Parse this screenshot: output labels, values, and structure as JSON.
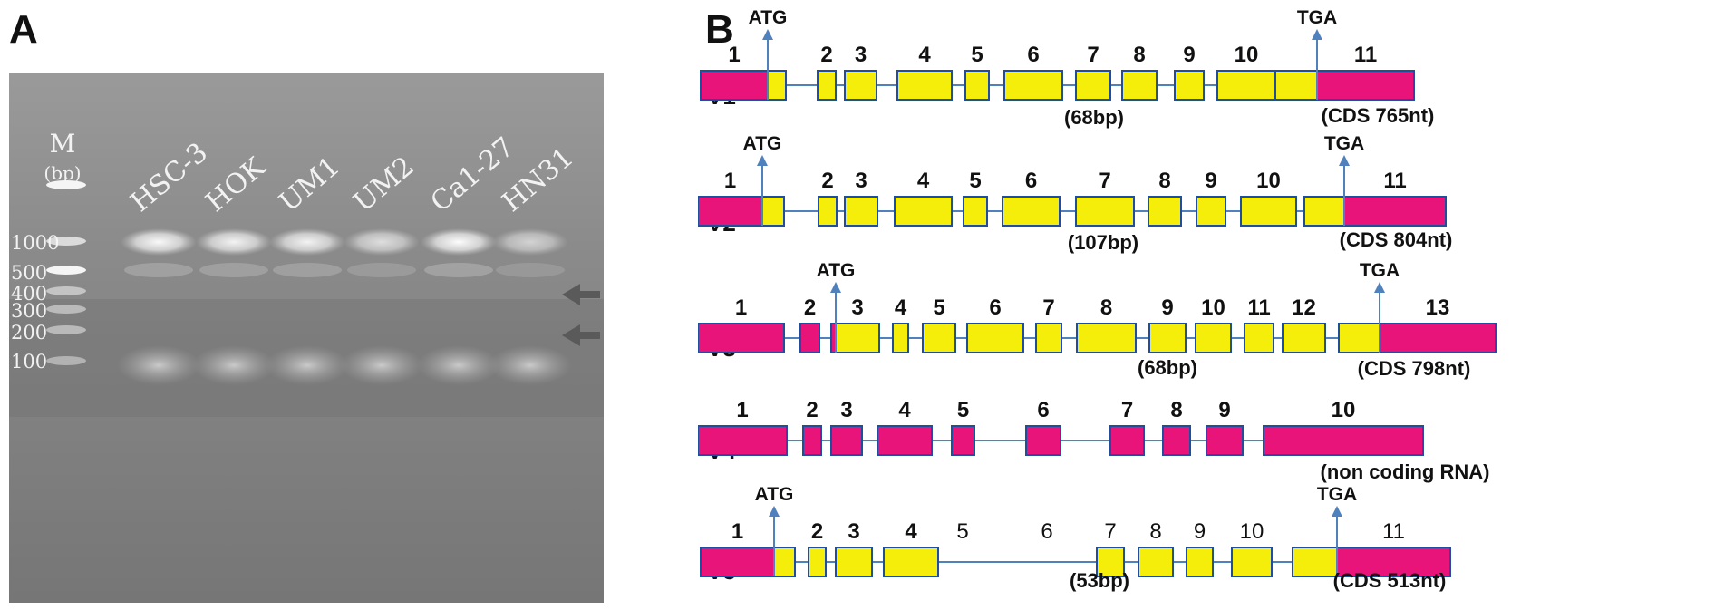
{
  "panels": {
    "a": "A",
    "b": "B"
  },
  "colors": {
    "coding": "#f5ee0b",
    "utr": "#e8147a",
    "outline": "#1f4e9e",
    "line": "#4f81bd",
    "arrow": "#4f81bd"
  },
  "gel": {
    "marker_label": "M",
    "marker_unit": "(bp)",
    "lanes": [
      "HSC-3",
      "HOK",
      "UM1",
      "UM2",
      "Ca1-27",
      "HN31"
    ],
    "ladder": [
      "1000",
      "500",
      "400",
      "300",
      "200",
      "100"
    ],
    "band_intensity": [
      0.95,
      0.9,
      0.9,
      0.72,
      0.98,
      0.62
    ]
  },
  "variants": [
    {
      "name": "V1",
      "exons": [
        {
          "n": "1",
          "type": "utr"
        },
        {
          "n": "",
          "type": "coding"
        },
        {
          "n": "2",
          "type": "coding"
        },
        {
          "n": "3",
          "type": "coding"
        },
        {
          "n": "4",
          "type": "coding"
        },
        {
          "n": "5",
          "type": "coding"
        },
        {
          "n": "6",
          "type": "coding"
        },
        {
          "n": "7",
          "type": "coding"
        },
        {
          "n": "8",
          "type": "coding"
        },
        {
          "n": "9",
          "type": "coding"
        },
        {
          "n": "10",
          "type": "coding"
        },
        {
          "n": "",
          "type": "coding"
        },
        {
          "n": "11",
          "type": "utr"
        }
      ],
      "start": "ATG",
      "stop": "TGA",
      "note": "(68bp)",
      "cds": "(CDS 765nt)"
    },
    {
      "name": "V2",
      "exons": [
        {
          "n": "1",
          "type": "utr"
        },
        {
          "n": "",
          "type": "coding"
        },
        {
          "n": "2",
          "type": "coding"
        },
        {
          "n": "3",
          "type": "coding"
        },
        {
          "n": "4",
          "type": "coding"
        },
        {
          "n": "5",
          "type": "coding"
        },
        {
          "n": "6",
          "type": "coding"
        },
        {
          "n": "7",
          "type": "coding"
        },
        {
          "n": "8",
          "type": "coding"
        },
        {
          "n": "9",
          "type": "coding"
        },
        {
          "n": "10",
          "type": "coding"
        },
        {
          "n": "",
          "type": "coding"
        },
        {
          "n": "11",
          "type": "utr"
        }
      ],
      "start": "ATG",
      "stop": "TGA",
      "note": "(107bp)",
      "cds": "(CDS 804nt)"
    },
    {
      "name": "V3",
      "exons": [
        {
          "n": "1",
          "type": "utr"
        },
        {
          "n": "2",
          "type": "utr"
        },
        {
          "n": "",
          "type": "utr"
        },
        {
          "n": "3",
          "type": "coding"
        },
        {
          "n": "4",
          "type": "coding"
        },
        {
          "n": "5",
          "type": "coding"
        },
        {
          "n": "6",
          "type": "coding"
        },
        {
          "n": "7",
          "type": "coding"
        },
        {
          "n": "8",
          "type": "coding"
        },
        {
          "n": "9",
          "type": "coding"
        },
        {
          "n": "10",
          "type": "coding"
        },
        {
          "n": "11",
          "type": "coding"
        },
        {
          "n": "12",
          "type": "coding"
        },
        {
          "n": "",
          "type": "coding"
        },
        {
          "n": "13",
          "type": "utr"
        }
      ],
      "start": "ATG",
      "stop": "TGA",
      "note": "(68bp)",
      "cds": "(CDS 798nt)"
    },
    {
      "name": "V4",
      "exons": [
        {
          "n": "1",
          "type": "utr"
        },
        {
          "n": "2",
          "type": "utr"
        },
        {
          "n": "3",
          "type": "utr"
        },
        {
          "n": "4",
          "type": "utr"
        },
        {
          "n": "5",
          "type": "utr"
        },
        {
          "n": "6",
          "type": "utr"
        },
        {
          "n": "7",
          "type": "utr"
        },
        {
          "n": "8",
          "type": "utr"
        },
        {
          "n": "9",
          "type": "utr"
        },
        {
          "n": "10",
          "type": "utr"
        }
      ],
      "note": "(non coding RNA)"
    },
    {
      "name": "V5",
      "exons": [
        {
          "n": "1",
          "type": "utr"
        },
        {
          "n": "",
          "type": "coding"
        },
        {
          "n": "2",
          "type": "coding"
        },
        {
          "n": "3",
          "type": "coding"
        },
        {
          "n": "4",
          "type": "coding"
        },
        {
          "n": "7",
          "type": "coding"
        },
        {
          "n": "8",
          "type": "coding"
        },
        {
          "n": "9",
          "type": "coding"
        },
        {
          "n": "10",
          "type": "coding"
        },
        {
          "n": "",
          "type": "coding"
        },
        {
          "n": "11",
          "type": "utr"
        }
      ],
      "skipped": [
        "5",
        "6"
      ],
      "start": "ATG",
      "stop": "TGA",
      "note": "(53bp)",
      "cds": "(CDS 513nt)"
    }
  ]
}
